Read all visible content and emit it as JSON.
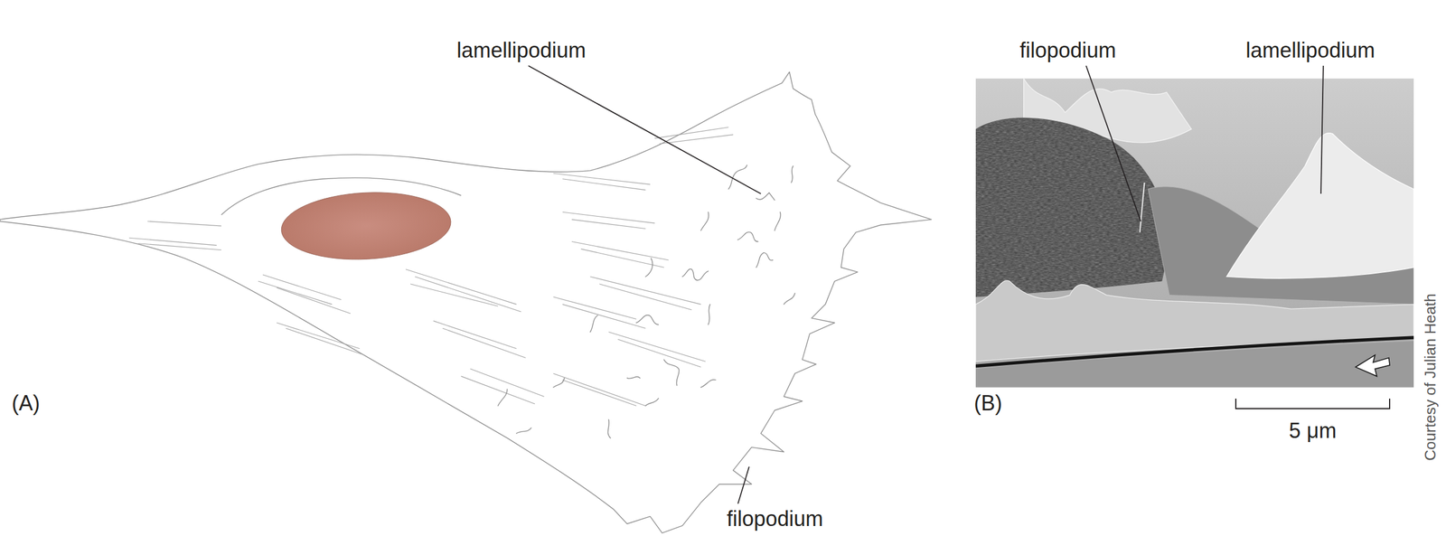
{
  "diagram": {
    "labels": [
      "lamellipodium",
      "filopodium",
      "lamellipodium",
      "Courtesy of Julian Heath",
      "(A)",
      "(B)",
      "5 μm",
      "filopodium"
    ]
  }
}
